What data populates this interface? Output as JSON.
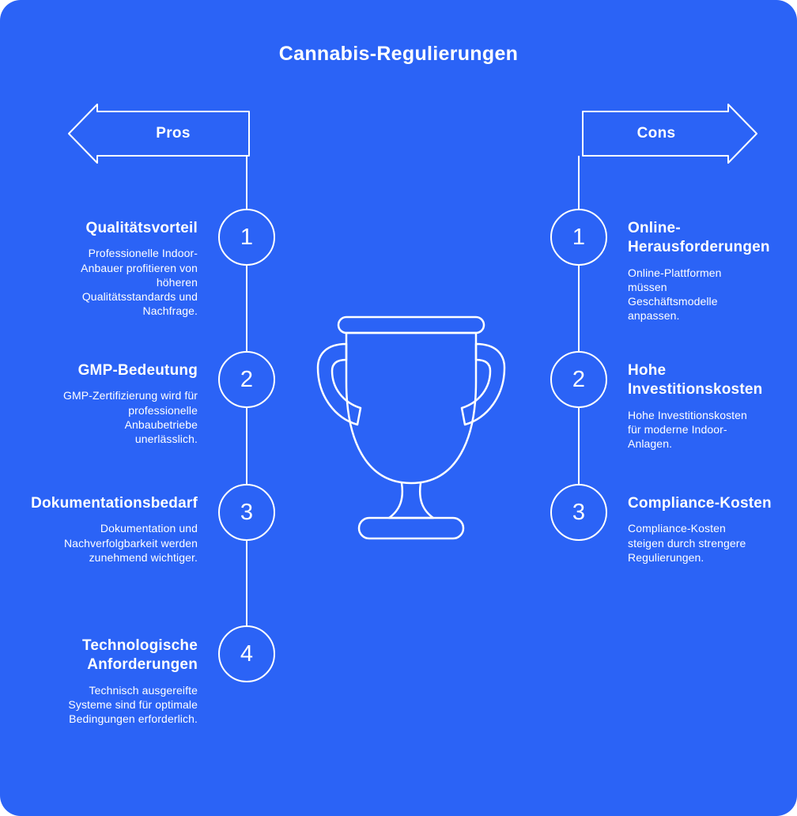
{
  "title": "Cannabis-Regulierungen",
  "colors": {
    "background": "#2B63F6",
    "foreground": "#FFFFFF"
  },
  "center_icon": "trophy-icon",
  "pros": {
    "label": "Pros",
    "items": [
      {
        "number": "1",
        "title": "Qualitätsvorteil",
        "description": "Professionelle Indoor-Anbauer profitieren von höheren Qualitätsstandards und Nachfrage."
      },
      {
        "number": "2",
        "title": "GMP-Bedeutung",
        "description": "GMP-Zertifizierung wird für professionelle Anbaubetriebe unerlässlich."
      },
      {
        "number": "3",
        "title": "Dokumentationsbedarf",
        "description": "Dokumentation und Nachverfolgbarkeit werden zunehmend wichtiger."
      },
      {
        "number": "4",
        "title": "Technologische Anforderungen",
        "description": "Technisch ausgereifte Systeme sind für optimale Bedingungen erforderlich."
      }
    ]
  },
  "cons": {
    "label": "Cons",
    "items": [
      {
        "number": "1",
        "title": "Online-Herausforderungen",
        "description": "Online-Plattformen müssen Geschäftsmodelle anpassen."
      },
      {
        "number": "2",
        "title": "Hohe Investitionskosten",
        "description": "Hohe Investitionskosten für moderne Indoor-Anlagen."
      },
      {
        "number": "3",
        "title": "Compliance-Kosten",
        "description": "Compliance-Kosten steigen durch strengere Regulierungen."
      }
    ]
  }
}
